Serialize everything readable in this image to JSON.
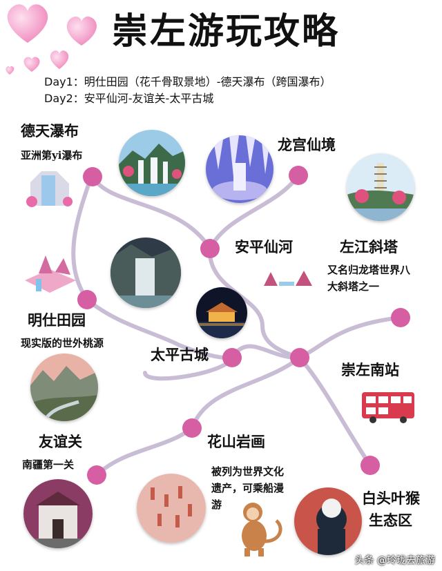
{
  "title": "崇左游玩攻略",
  "itinerary": {
    "day1": "Day1：明仕田园（花千骨取景地）-德天瀑布（跨国瀑布）",
    "day2": "Day2：安平仙河-友谊关-太平古城"
  },
  "spots": {
    "detian": {
      "name": "德天瀑布",
      "desc": "亚洲第yi瀑布"
    },
    "longgong": {
      "name": "龙宫仙境"
    },
    "anping": {
      "name": "安平仙河"
    },
    "zuojiang": {
      "name": "左江斜塔",
      "desc_line1": "又名归龙塔世界八",
      "desc_line2": "大斜塔之一"
    },
    "mingshi": {
      "name": "明仕田园",
      "desc": "现实版的世外桃源"
    },
    "taiping": {
      "name": "太平古城"
    },
    "chongzuo_south": {
      "name": "崇左南站"
    },
    "youyiguan": {
      "name": "友谊关",
      "desc": "南疆第一关"
    },
    "huashan": {
      "name": "花山岩画",
      "desc_line1": "被列为世界文化",
      "desc_line2": "遗产，可乘船漫",
      "desc_line3": "游"
    },
    "baitou": {
      "name_line1": "白头叶猴",
      "name_line2": "生态区"
    }
  },
  "watermark": "头条 @玲珑去旅游",
  "colors": {
    "route": "#c9bdd5",
    "node": "#d65fa4",
    "heart": "#f28cc0"
  }
}
